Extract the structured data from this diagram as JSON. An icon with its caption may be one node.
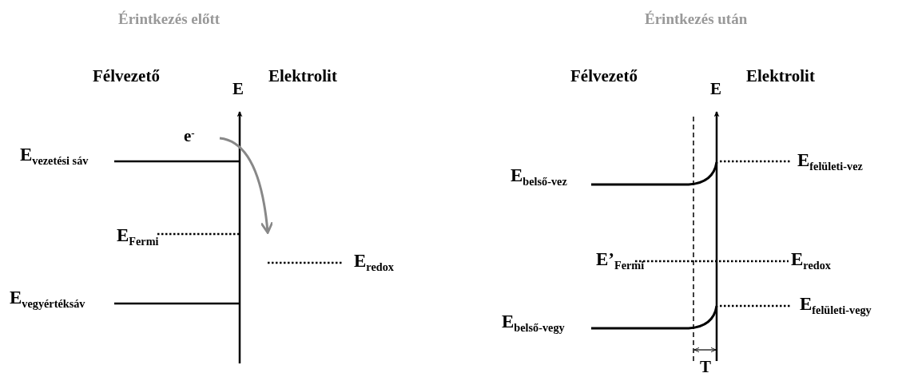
{
  "diagram": {
    "labels": [
      "Érintkezés előtt",
      "Érintkezés után",
      "Félvezető",
      "E",
      "Elektrolit",
      "Félvezető",
      "E",
      "Elektrolit",
      "e$^{-}$",
      "E$_{vezetési sáv}$",
      "E$_{belső-vez}$",
      "E$_{felületi-vez}$",
      "E$_{Fermi}$",
      "E$_{redox}$",
      "E’$_{Fermi}$",
      "E$_{redox}$",
      "E$_{vegyértéksáv}$",
      "E$_{felületi-vegy}$",
      "E$_{belső-vegy}$",
      "T"
    ]
  }
}
